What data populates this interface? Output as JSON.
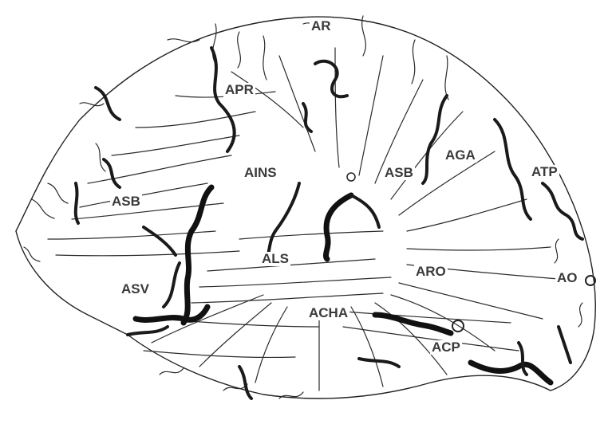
{
  "labels": {
    "ar": "AR",
    "apr": "APR",
    "ains": "AINS",
    "asb_left": "ASB",
    "asb_right": "ASB",
    "aga": "AGA",
    "atp": "ATP",
    "als": "ALS",
    "aro": "ARO",
    "ao": "AO",
    "asv": "ASV",
    "acha": "ACHA",
    "acp": "ACP"
  }
}
